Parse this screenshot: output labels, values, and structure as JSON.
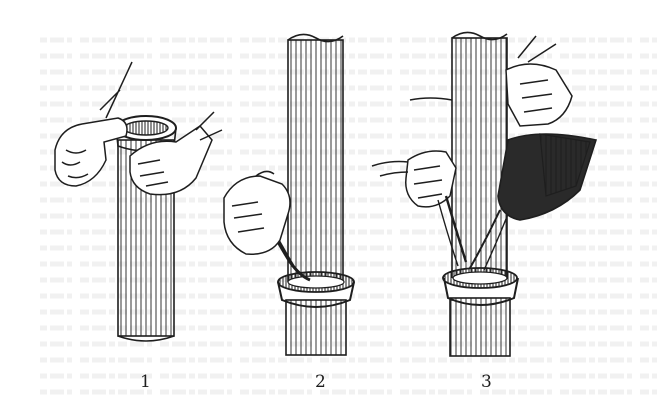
{
  "figure": {
    "steps": [
      {
        "label": "1",
        "icon": "hand-tamping-pipe-socket"
      },
      {
        "label": "2",
        "icon": "hand-packing-joint"
      },
      {
        "label": "3",
        "icon": "pouring-sealant-from-cone"
      }
    ],
    "colors": {
      "ink": "#1e1e1e",
      "paper": "#ffffff",
      "background_text": "#e2e2e2",
      "cone": "#2a2a2a"
    }
  }
}
